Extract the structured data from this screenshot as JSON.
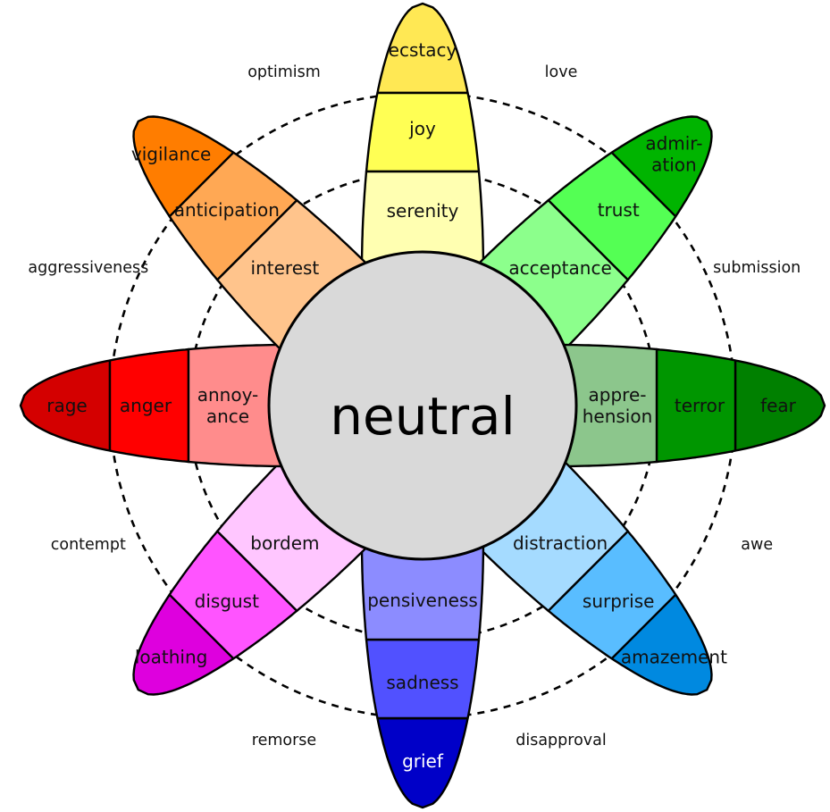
{
  "center": {
    "label": "neutral",
    "color": "#d9d9d9"
  },
  "petals": [
    {
      "key": "joy",
      "labels": [
        "ecstacy",
        "joy",
        "serenity"
      ],
      "colors": [
        "#ffe854",
        "#ffff54",
        "#ffffb1"
      ]
    },
    {
      "key": "trust",
      "labels": [
        "admir-|ation",
        "trust",
        "acceptance"
      ],
      "colors": [
        "#00b400",
        "#54ff54",
        "#8cff8c"
      ]
    },
    {
      "key": "fear",
      "labels": [
        "fear",
        "terror",
        "appre-|hension"
      ],
      "colors": [
        "#008000",
        "#009600",
        "#8cc68c"
      ]
    },
    {
      "key": "surprise",
      "labels": [
        "amazement",
        "surprise",
        "distraction"
      ],
      "colors": [
        "#0089e0",
        "#59bdff",
        "#a5dbff"
      ]
    },
    {
      "key": "sadness",
      "labels": [
        "grief",
        "sadness",
        "pensiveness"
      ],
      "colors": [
        "#0000c8",
        "#5151ff",
        "#8c8cff"
      ]
    },
    {
      "key": "disgust",
      "labels": [
        "loathing",
        "disgust",
        "bordem"
      ],
      "colors": [
        "#de00de",
        "#ff54ff",
        "#ffc6ff"
      ]
    },
    {
      "key": "anger",
      "labels": [
        "rage",
        "anger",
        "annoy-|ance"
      ],
      "colors": [
        "#d40000",
        "#ff0000",
        "#ff8c8c"
      ]
    },
    {
      "key": "anticipation",
      "labels": [
        "vigilance",
        "anticipation",
        "interest"
      ],
      "colors": [
        "#ff7d00",
        "#ffa854",
        "#ffc48c"
      ]
    }
  ],
  "dyads": [
    "love",
    "submission",
    "awe",
    "disapproval",
    "remorse",
    "contempt",
    "aggressiveness",
    "optimism"
  ]
}
